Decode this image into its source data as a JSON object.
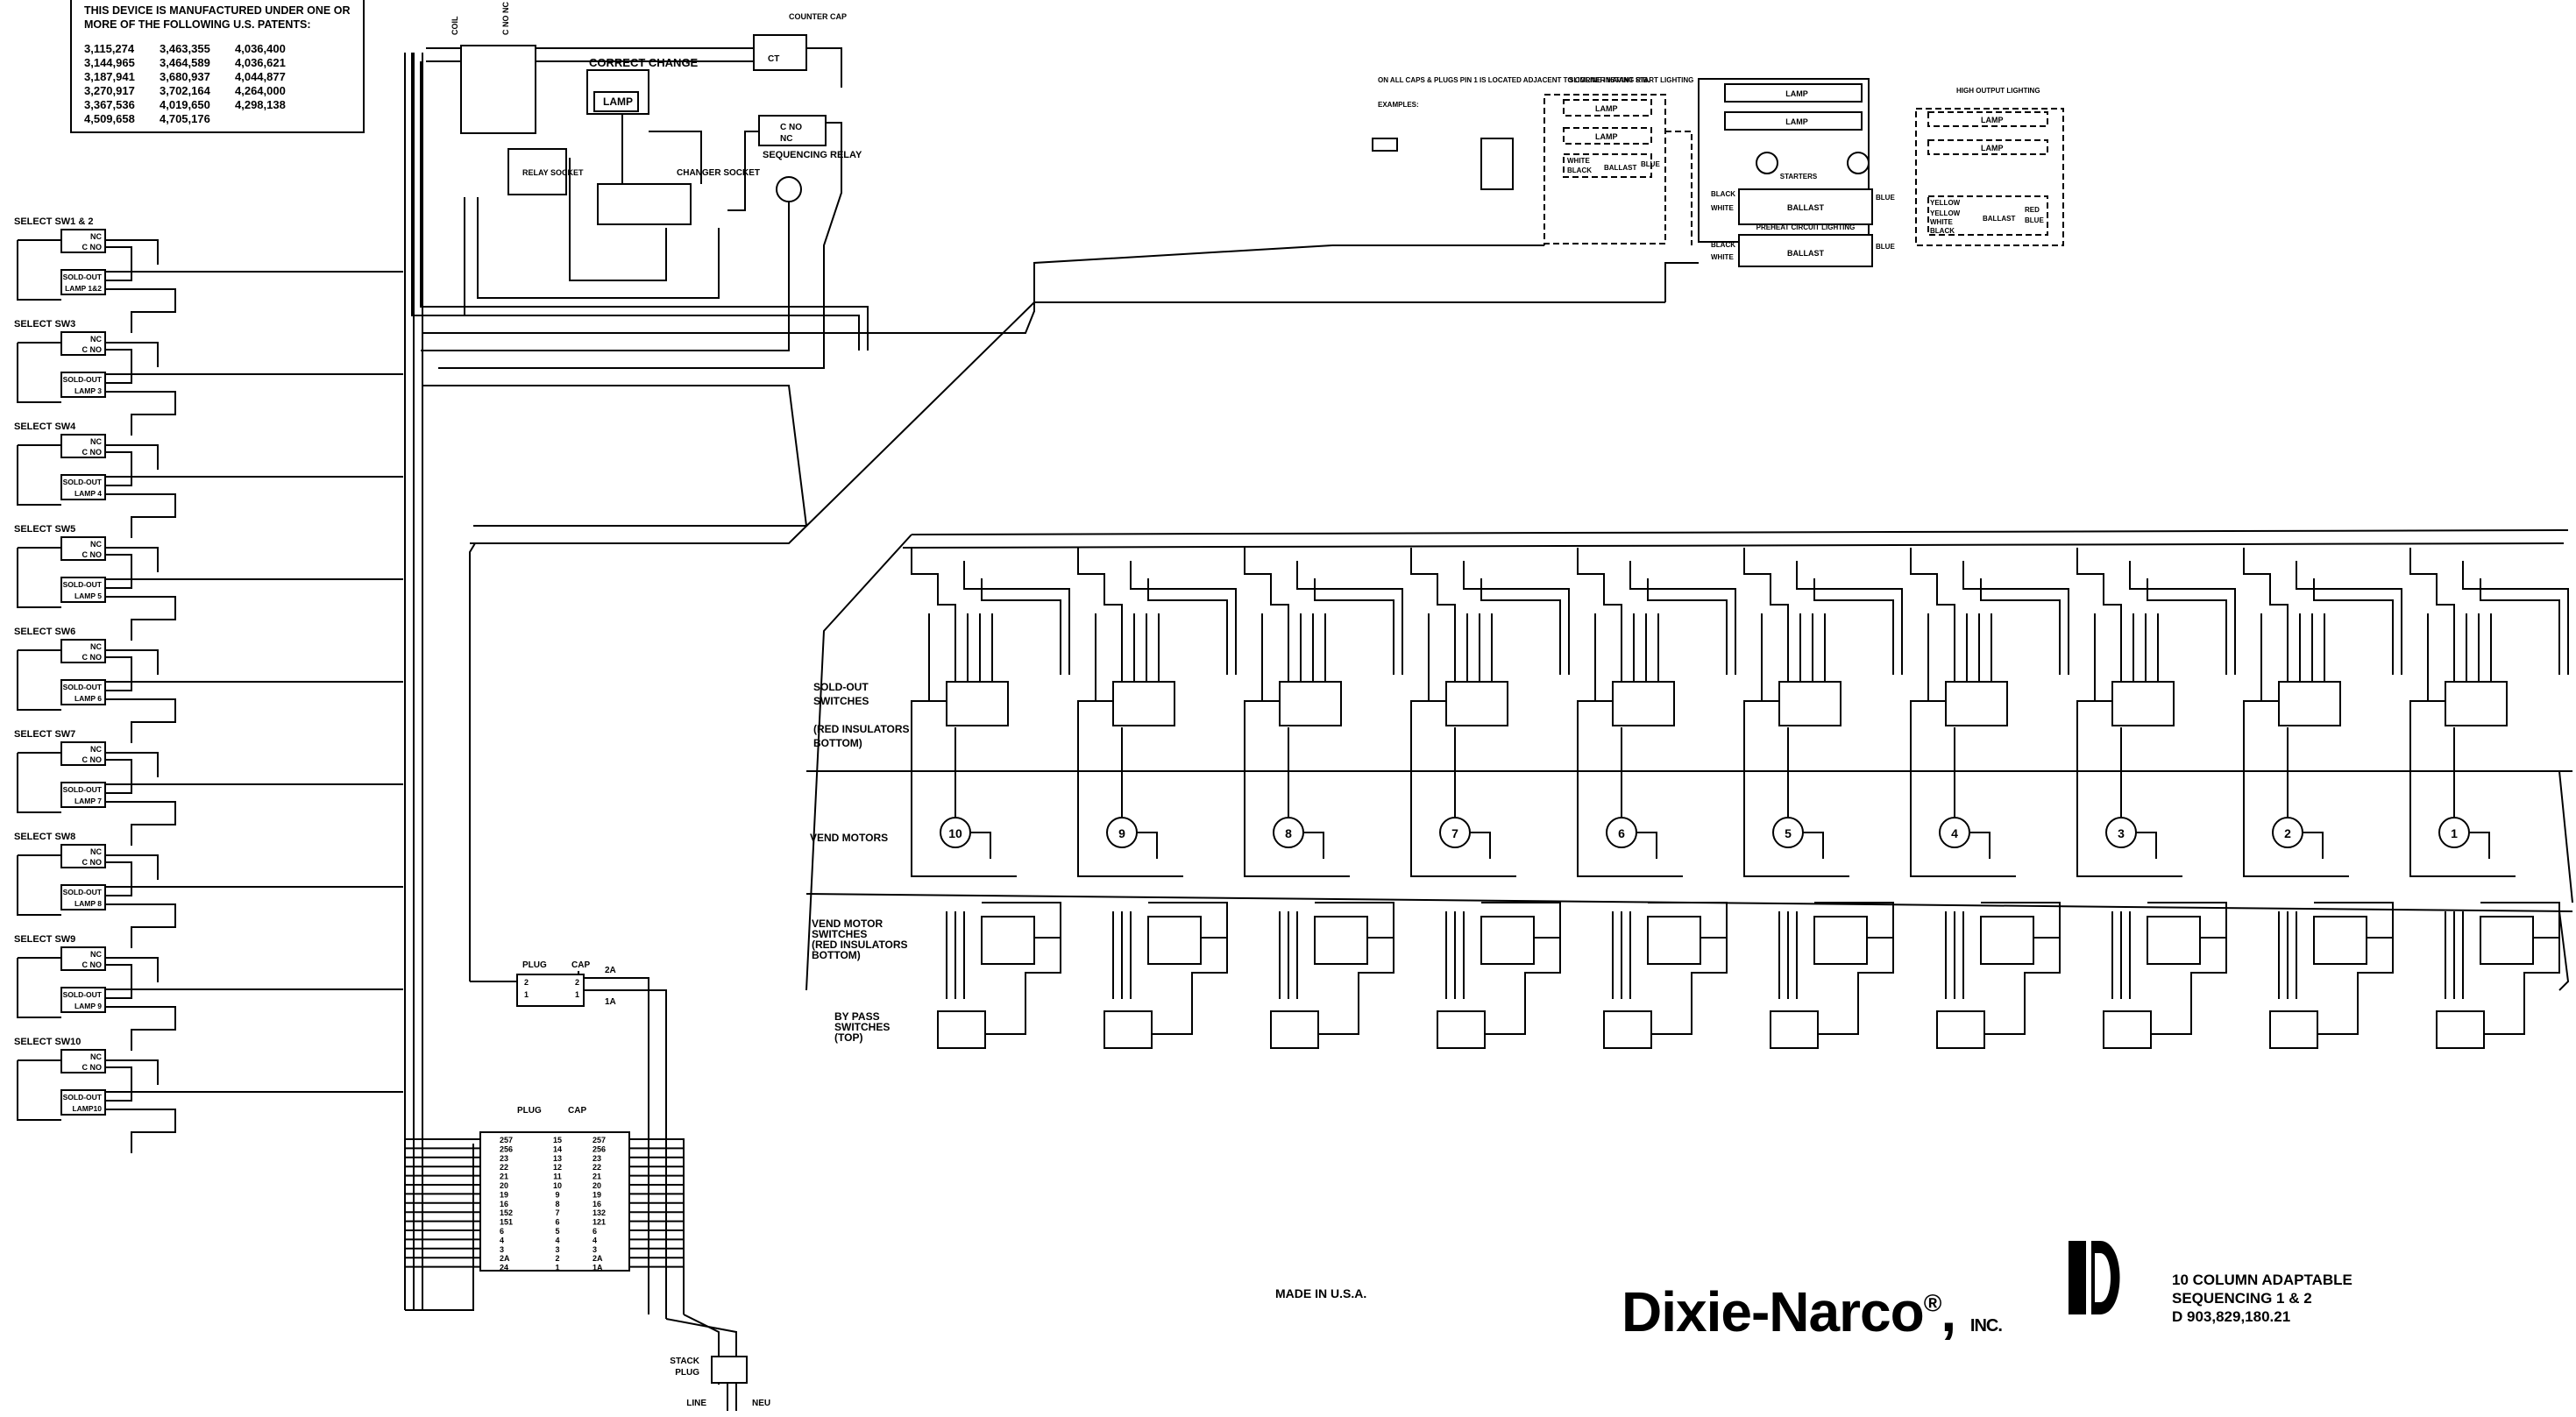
{
  "patents": {
    "header": "THIS DEVICE IS MANUFACTURED UNDER ONE OR MORE OF THE FOLLOWING U.S. PATENTS:",
    "numbers": [
      "3,115,274",
      "3,463,355",
      "4,036,400",
      "3,144,965",
      "3,464,589",
      "4,036,621",
      "3,187,941",
      "3,680,937",
      "4,044,877",
      "3,270,917",
      "3,702,164",
      "4,264,000",
      "3,367,536",
      "4,019,650",
      "4,298,138",
      "4,509,658",
      "4,705,176",
      ""
    ]
  },
  "selects": [
    {
      "label": "SELECT SW1 & 2",
      "lamp": "LAMP 1&2"
    },
    {
      "label": "SELECT SW3",
      "lamp": "LAMP 3"
    },
    {
      "label": "SELECT SW4",
      "lamp": "LAMP 4"
    },
    {
      "label": "SELECT SW5",
      "lamp": "LAMP 5"
    },
    {
      "label": "SELECT SW6",
      "lamp": "LAMP 6"
    },
    {
      "label": "SELECT SW7",
      "lamp": "LAMP 7"
    },
    {
      "label": "SELECT SW8",
      "lamp": "LAMP 8"
    },
    {
      "label": "SELECT SW9",
      "lamp": "LAMP 9"
    },
    {
      "label": "SELECT SW10",
      "lamp": "LAMP10"
    }
  ],
  "switch_terms": {
    "nc": "NC",
    "cno": "C NO",
    "soldout": "SOLD-OUT"
  },
  "control": {
    "coil": "COIL",
    "c_no_nc": "C NO NC",
    "correct_change": "CORRECT CHANGE",
    "lamp": "LAMP",
    "relay_socket": "RELAY SOCKET",
    "changer_socket": "CHANGER SOCKET",
    "counter_cap": "COUNTER CAP",
    "ct": "CT",
    "sequencing_relay": "SEQUENCING RELAY",
    "c_no": "C NO",
    "nc": "NC"
  },
  "lighting": {
    "note": "ON ALL CAPS & PLUGS PIN 1 IS LOCATED ADJACENT TO CORNER HAVING RIB.",
    "examples": "EXAMPLES:",
    "slimline": "SLIMLINE INSTANT START LIGHTING",
    "high_output": "HIGH OUTPUT LIGHTING",
    "lamp": "LAMP",
    "starters": "STARTERS",
    "ballast": "BALLAST",
    "preheat": "PREHEAT CIRCUIT LIGHTING",
    "black": "BLACK",
    "white": "WHITE",
    "blue": "BLUE",
    "yellow": "YELLOW",
    "red": "RED"
  },
  "sections": {
    "soldout_switches": "SOLD-OUT SWITCHES",
    "red_ins_bottom": "(RED INSULATORS BOTTOM)",
    "vend_motors": "VEND MOTORS",
    "vend_motor_switches": "VEND MOTOR SWITCHES (RED INSULATORS BOTTOM)",
    "bypass": "BY PASS SWITCHES (TOP)"
  },
  "motors": [
    "10",
    "9",
    "8",
    "7",
    "6",
    "5",
    "4",
    "3",
    "2",
    "1"
  ],
  "plug_small": {
    "plug": "PLUG",
    "cap": "CAP",
    "pins": [
      "2",
      "1"
    ],
    "right": [
      "2A",
      "1A"
    ]
  },
  "plug_large": {
    "plug": "PLUG",
    "cap": "CAP",
    "rows": [
      {
        "wire": "257",
        "pin": "15"
      },
      {
        "wire": "256",
        "pin": "14"
      },
      {
        "wire": "23",
        "pin": "13"
      },
      {
        "wire": "22",
        "pin": "12"
      },
      {
        "wire": "21",
        "pin": "11"
      },
      {
        "wire": "20",
        "pin": "10"
      },
      {
        "wire": "19",
        "pin": "9"
      },
      {
        "wire": "16",
        "pin": "8"
      },
      {
        "wire": "152",
        "pin": "7"
      },
      {
        "wire": "151",
        "pin": "6"
      },
      {
        "wire": "6",
        "pin": "5"
      },
      {
        "wire": "4",
        "pin": "4"
      },
      {
        "wire": "3",
        "pin": "3"
      },
      {
        "wire": "2A",
        "pin": "2"
      },
      {
        "wire": "24",
        "pin": "1"
      }
    ],
    "cap_wires": [
      "257",
      "256",
      "23",
      "22",
      "21",
      "20",
      "19",
      "16",
      "132",
      "121",
      "6",
      "4",
      "3",
      "2A",
      "1A"
    ]
  },
  "stack_plug": {
    "label": "STACK PLUG",
    "line": "LINE",
    "neu": "NEU"
  },
  "footer": {
    "made": "MADE IN U.S.A.",
    "brand": "Dixie-Narco",
    "reg": "®",
    "inc": "INC.",
    "title": [
      "10 COLUMN ADAPTABLE",
      "SEQUENCING 1 & 2",
      "D 903,829,180.21"
    ]
  }
}
